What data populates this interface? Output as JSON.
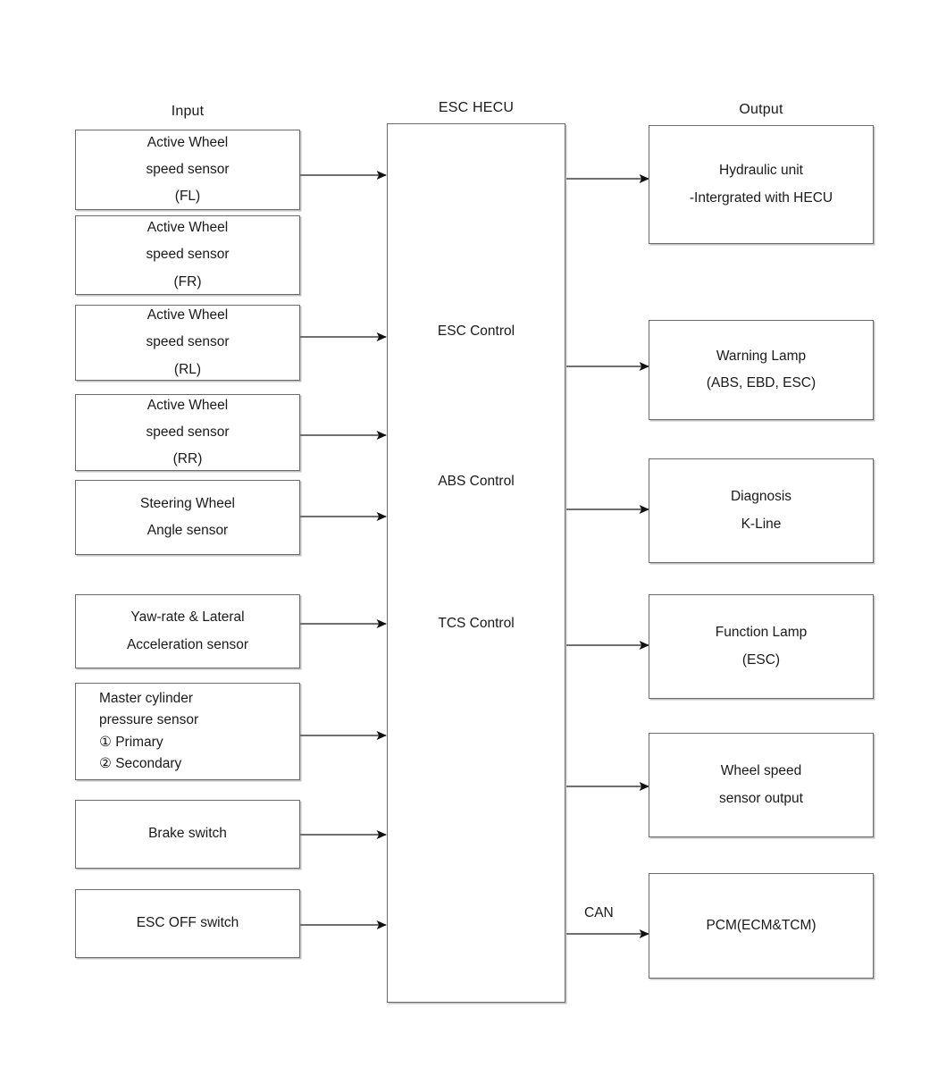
{
  "columns": {
    "input_title": "Input",
    "center_title": "ESC HECU",
    "output_title": "Output"
  },
  "inputs": [
    {
      "id": "wss-fl",
      "lines": [
        "Active Wheel",
        "speed sensor",
        "(FL)"
      ]
    },
    {
      "id": "wss-fr",
      "lines": [
        "Active Wheel",
        "speed sensor",
        "(FR)"
      ]
    },
    {
      "id": "wss-rl",
      "lines": [
        "Active Wheel",
        "speed sensor",
        "(RL)"
      ]
    },
    {
      "id": "wss-rr",
      "lines": [
        "Active Wheel",
        "speed sensor",
        "(RR)"
      ]
    },
    {
      "id": "steering-angle",
      "lines": [
        "Steering Wheel",
        "Angle sensor"
      ]
    },
    {
      "id": "yaw-lateral",
      "lines": [
        "Yaw-rate & Lateral",
        "Acceleration sensor"
      ]
    },
    {
      "id": "master-cylinder",
      "lines": [
        "Master cylinder",
        "pressure sensor",
        "① Primary",
        "② Secondary"
      ]
    },
    {
      "id": "brake-switch",
      "lines": [
        "Brake switch"
      ]
    },
    {
      "id": "esc-off-switch",
      "lines": [
        "ESC OFF switch"
      ]
    }
  ],
  "hecu": {
    "functions": [
      "ESC Control",
      "ABS Control",
      "TCS Control"
    ]
  },
  "outputs": [
    {
      "id": "hydraulic-unit",
      "lines": [
        "Hydraulic unit",
        "-Intergrated with HECU"
      ]
    },
    {
      "id": "warning-lamp",
      "lines": [
        "Warning Lamp",
        "(ABS, EBD, ESC)"
      ]
    },
    {
      "id": "diagnosis",
      "lines": [
        "Diagnosis",
        "K-Line"
      ]
    },
    {
      "id": "function-lamp",
      "lines": [
        "Function Lamp",
        "(ESC)"
      ]
    },
    {
      "id": "wheel-speed-output",
      "lines": [
        "Wheel speed",
        "sensor output"
      ]
    },
    {
      "id": "pcm",
      "lines": [
        "PCM(ECM&TCM)"
      ]
    }
  ],
  "edge_labels": {
    "can": "CAN"
  },
  "colors": {
    "stroke": "#6b6b6b",
    "line": "#404040",
    "text": "#1a1a1a",
    "background": "#ffffff"
  }
}
